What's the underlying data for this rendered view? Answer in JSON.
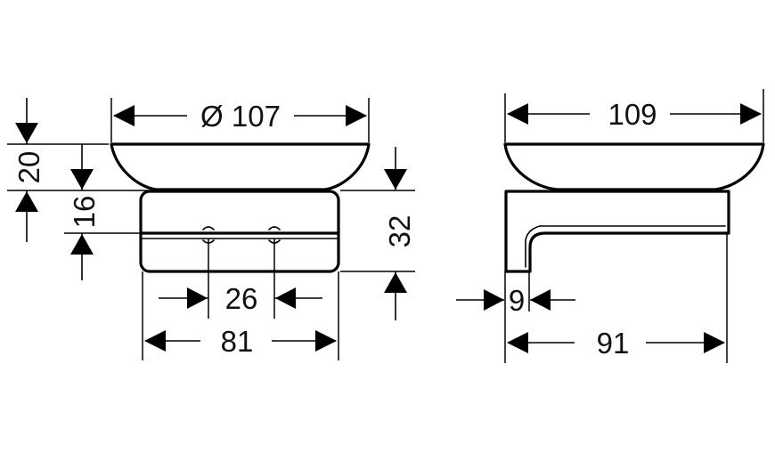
{
  "dimensions": {
    "diameter_107": "Ø 107",
    "width_109": "109",
    "height_20": "20",
    "height_16": "16",
    "height_32": "32",
    "spacing_26": "26",
    "width_81": "81",
    "depth_91": "91",
    "thickness_9": "9"
  }
}
